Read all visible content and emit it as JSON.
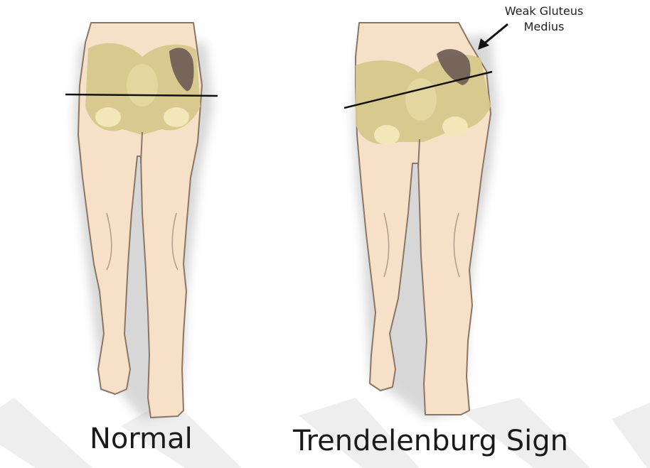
{
  "figure": {
    "left_panel": {
      "caption": "Normal"
    },
    "right_panel": {
      "caption": "Trendelenburg Sign"
    },
    "annotation": {
      "line1": "Weak Gluteus",
      "line2": "Medius"
    }
  },
  "colors": {
    "skin": "#f6e1c8",
    "skin_outline": "#8a7666",
    "bone": "#d6c88b",
    "muscle": "#6b5a52",
    "pelvic_line": "#111111",
    "floor_chevrons": "#ececec",
    "caption_text": "#1a1a1a"
  }
}
